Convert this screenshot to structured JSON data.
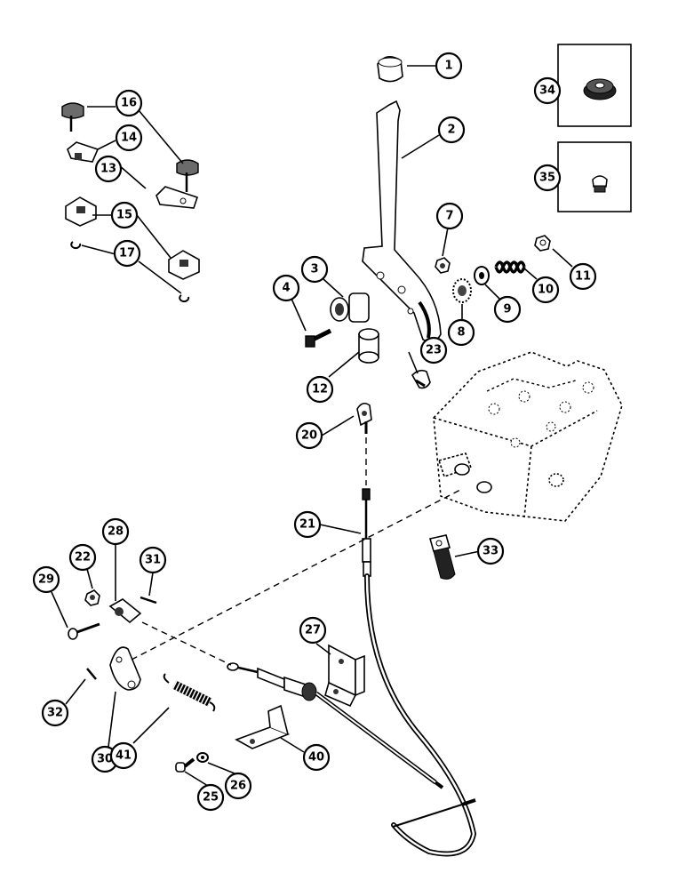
{
  "callouts": [
    {
      "id": "c1",
      "label": "1"
    },
    {
      "id": "c2",
      "label": "2"
    },
    {
      "id": "c3",
      "label": "3"
    },
    {
      "id": "c4",
      "label": "4"
    },
    {
      "id": "c7",
      "label": "7"
    },
    {
      "id": "c8",
      "label": "8"
    },
    {
      "id": "c9",
      "label": "9"
    },
    {
      "id": "c10",
      "label": "10"
    },
    {
      "id": "c11",
      "label": "11"
    },
    {
      "id": "c12",
      "label": "12"
    },
    {
      "id": "c13",
      "label": "13"
    },
    {
      "id": "c14",
      "label": "14"
    },
    {
      "id": "c15",
      "label": "15"
    },
    {
      "id": "c16",
      "label": "16"
    },
    {
      "id": "c17",
      "label": "17"
    },
    {
      "id": "c20",
      "label": "20"
    },
    {
      "id": "c21",
      "label": "21"
    },
    {
      "id": "c22",
      "label": "22"
    },
    {
      "id": "c23",
      "label": "23"
    },
    {
      "id": "c25",
      "label": "25"
    },
    {
      "id": "c26",
      "label": "26"
    },
    {
      "id": "c27",
      "label": "27"
    },
    {
      "id": "c28",
      "label": "28"
    },
    {
      "id": "c29",
      "label": "29"
    },
    {
      "id": "c30",
      "label": "30"
    },
    {
      "id": "c31",
      "label": "31"
    },
    {
      "id": "c32",
      "label": "32"
    },
    {
      "id": "c33",
      "label": "33"
    },
    {
      "id": "c34",
      "label": "34"
    },
    {
      "id": "c35",
      "label": "35"
    },
    {
      "id": "c40",
      "label": "40"
    },
    {
      "id": "c41",
      "label": "41"
    }
  ]
}
